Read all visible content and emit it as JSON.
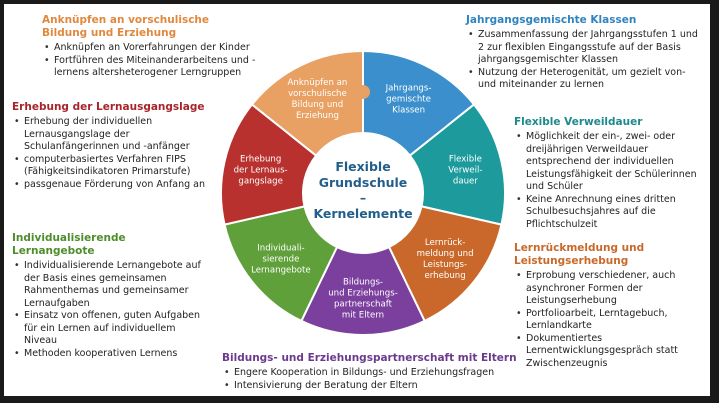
{
  "blocks": [
    {
      "id": "vorschulische",
      "color": "#e39a56",
      "title": "Anknüpfen an vorschulische Bildung und Erziehung",
      "items": [
        "Anknüpfen an Vorerfahrungen der Kinder",
        "Fortführen des Miteinanderarbeitens und -lernens altersheterogener Lerngruppen"
      ]
    },
    {
      "id": "lernausgangslage",
      "color": "#b3262c",
      "title": "Erhebung der Lernausgangslage",
      "items": [
        "Erhebung der individuellen Lernausgangslage der Schulanfängerinnen und -anfänger",
        "computerbasiertes Verfahren FIPS (Fähigkeitsindikatoren Primarstufe)",
        "passgenaue Förderung von Anfang an"
      ]
    },
    {
      "id": "individualisierende",
      "color": "#5c9a35",
      "title": "Individualisierende Lernangebote",
      "items": [
        "Individualisierende Lernangebote auf der Basis eines gemeinsamen Rahmenthemas und gemeinsamer Lernaufgaben",
        "Einsatz von offenen, guten Aufgaben für ein Lernen auf individuellem Niveau",
        "Methoden kooperativen Lernens"
      ]
    },
    {
      "id": "partnerschaft",
      "color": "#6b3a8c",
      "title": "Bildungs- und Erziehungspartnerschaft mit Eltern",
      "items": [
        "Engere Kooperation in Bildungs- und Erziehungsfragen",
        "Intensivierung der Beratung der Eltern"
      ]
    },
    {
      "id": "lernrueckmeldung",
      "color": "#c9682a",
      "title": "Lernrückmeldung und Leistungserhebung",
      "items": [
        "Erprobung verschiedener, auch asynchroner Formen der Leistungserhebung",
        "Portfolioarbeit, Lerntagebuch, Lernlandkarte",
        "Dokumentiertes Lernentwicklungsgespräch statt Zwischenzeugnis"
      ]
    },
    {
      "id": "verweildauer",
      "color": "#1b8a8c",
      "title": "Flexible Verweildauer",
      "items": [
        "Möglichkeit der ein-, zwei- oder dreijährigen Verweildauer entsprechend der individuellen Leistungsfähigkeit der Schülerinnen und Schüler",
        "Keine Anrechnung eines dritten Schulbesuchsjahres auf die Pflichtschulzeit"
      ]
    },
    {
      "id": "jahrgangsgemischte",
      "color": "#2f83bf",
      "title": "Jahrgangsgemischte Klassen",
      "items": [
        "Zusammenfassung der Jahrgangsstufen 1 und 2 zur flexiblen Eingangsstufe auf der Basis jahrgangsgemischter Klassen",
        "Nutzung der Heterogenität, um gezielt von- und miteinander zu lernen"
      ]
    }
  ],
  "wheel": {
    "center": {
      "line1": "Flexible",
      "line2": "Grundschule",
      "line3": "–",
      "line4": "Kernelemente",
      "color": "#215f8a"
    },
    "segments": [
      {
        "id": "jahrgangsgemischte",
        "color": "#3a8fcc",
        "label": [
          "Jahrgangs-",
          "gemischte",
          "Klassen"
        ]
      },
      {
        "id": "verweildauer",
        "color": "#1d9a9c",
        "label": [
          "Flexible",
          "Verweil-",
          "dauer"
        ]
      },
      {
        "id": "lernrueckmeldung",
        "color": "#c9682a",
        "label": [
          "Lernrück-",
          "meldung und",
          "Leistungs-",
          "erhebung"
        ]
      },
      {
        "id": "partnerschaft",
        "color": "#7b3f9e",
        "label": [
          "Bildungs-",
          "und Erziehungs-",
          "partnerschaft",
          "mit Eltern"
        ]
      },
      {
        "id": "individualisierende",
        "color": "#5fa03a",
        "label": [
          "Individuali-",
          "sierende",
          "Lernangebote"
        ]
      },
      {
        "id": "lernausgangslage",
        "color": "#b8312f",
        "label": [
          "Erhebung",
          "der Lernaus-",
          "gangslage"
        ]
      },
      {
        "id": "vorschulische",
        "color": "#e8a063",
        "label": [
          "Anknüpfen an",
          "vorschulische",
          "Bildung und",
          "Erziehung"
        ]
      }
    ]
  }
}
